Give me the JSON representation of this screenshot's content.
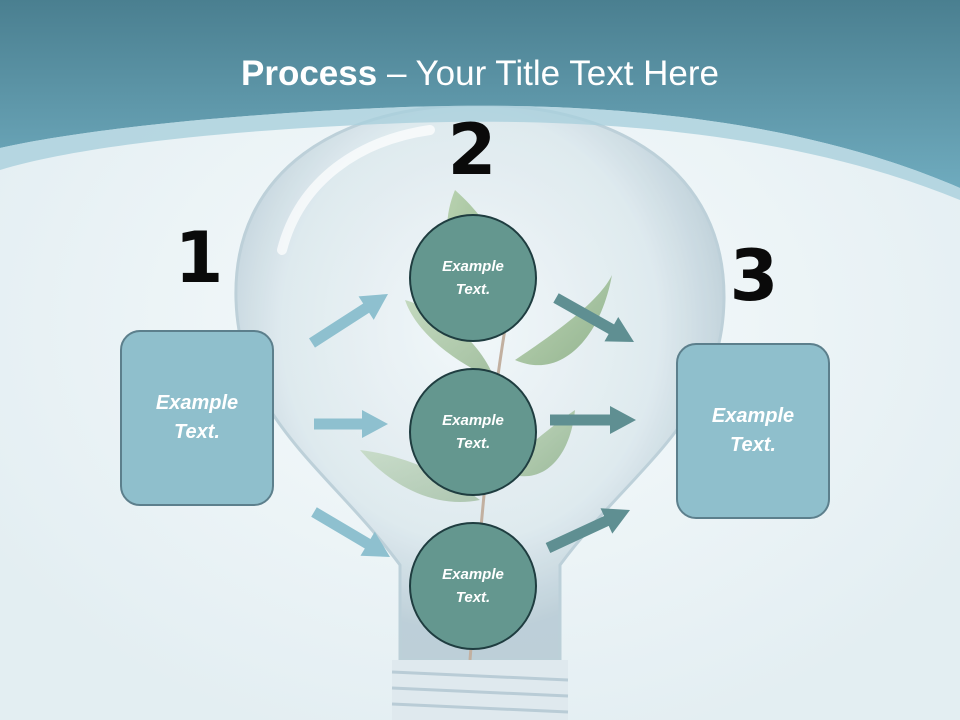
{
  "title": {
    "bold": "Process",
    "rest": " – Your Title Text Here"
  },
  "steps": [
    {
      "number": "1",
      "line1": "Example",
      "line2": "Text."
    },
    {
      "number": "2"
    },
    {
      "number": "3",
      "line1": "Example",
      "line2": "Text."
    }
  ],
  "circles": [
    {
      "line1": "Example",
      "line2": "Text."
    },
    {
      "line1": "Example",
      "line2": "Text."
    },
    {
      "line1": "Example",
      "line2": "Text."
    }
  ],
  "colors": {
    "header": "#4f8fa5",
    "box_fill": "#8fbfcc",
    "circle_fill": "#64978f",
    "arrow_light": "#8ec0cf",
    "arrow_dark": "#5f8f92"
  }
}
